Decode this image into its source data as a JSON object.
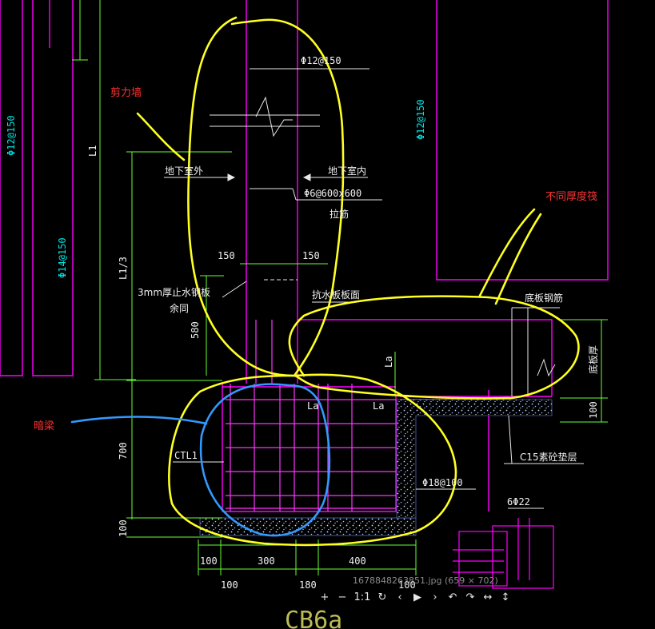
{
  "annotations": {
    "shear_wall": "剪力墙",
    "raft_thickness": "不同厚度筏",
    "hidden_beam": "暗梁"
  },
  "labels": {
    "rebar_top": "Φ12@150",
    "left_rebar_12": "Φ12@150",
    "left_rebar_14": "Φ14@150",
    "right_rebar_12": "Φ12@150",
    "l1": "L1",
    "l1_3": "L1/3",
    "outer_left": "地下室外",
    "inner_right": "地下室内",
    "tie_bar": "Φ6@600x600",
    "tie_word": "拉筋",
    "dim_150_left": "150",
    "dim_150_right": "150",
    "waterproof_board": "3mm厚止水钢板",
    "waterproof_sub": "余同",
    "anti_water_face": "抗水板板面",
    "bottom_bar": "底板钢筋",
    "dim_580": "580",
    "la_vert": "La",
    "la_1": "La",
    "la_2": "La",
    "thickness_right": "底板厚",
    "dim_100_right": "100",
    "c15": "C15素砼垫层",
    "ctl1": "CTL1",
    "dim_700": "700",
    "rebar_18": "Φ18@100",
    "six_22": "6Φ22",
    "dim_100_left": "100",
    "b_100": "100",
    "b_300": "300",
    "b_400": "400",
    "c_100": "100",
    "c_180": "180",
    "c_100b": "100",
    "bottom_text": "CB6a"
  },
  "image_caption": "1678848263851.jpg (659 × 702)",
  "toolbar": {
    "zoom_in": "+",
    "zoom_out": "−",
    "one_to_one": "1:1",
    "rotate": "↻",
    "prev": "‹",
    "play": "▶",
    "next": "›",
    "undo": "↶",
    "redo": "↷",
    "fit_width": "↔",
    "fit_height": "↕"
  },
  "colors": {
    "background": "#000000",
    "wall": "#ff00ff",
    "dimension": "#66ff33",
    "annotation_ink": "#ffff22",
    "rebar": "#ff00ff",
    "hidden_beam_ink": "#3399ff",
    "label_red": "#ff3333",
    "cyan_text": "#00e5e5"
  }
}
